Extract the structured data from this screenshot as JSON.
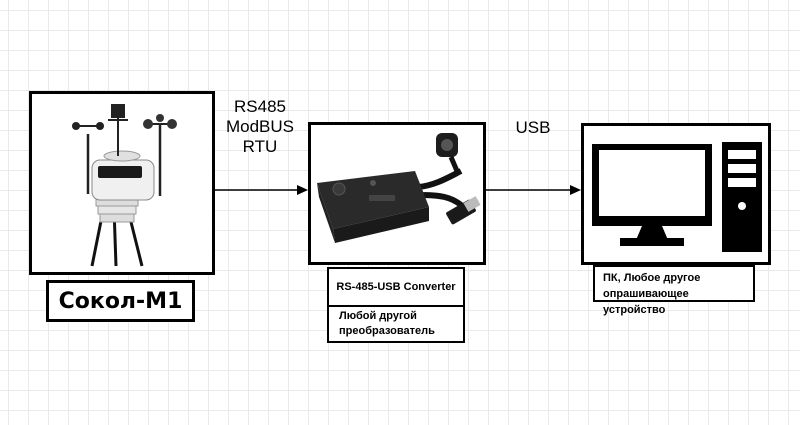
{
  "station": {
    "name": "Сокол-М1"
  },
  "connection_left": {
    "lines": [
      "RS485",
      "ModBUS",
      "RTU"
    ]
  },
  "connection_right": {
    "label": "USB"
  },
  "converter": {
    "title": "RS-485-USB Converter",
    "alt_line1": "Любой другой",
    "alt_line2": "преобразователь"
  },
  "pc": {
    "line1": "ПК, Любое другое",
    "line2": "опрашивающее устройство"
  },
  "colors": {
    "stroke": "#000000",
    "background": "#ffffff",
    "grid": "#e9e9e9"
  }
}
